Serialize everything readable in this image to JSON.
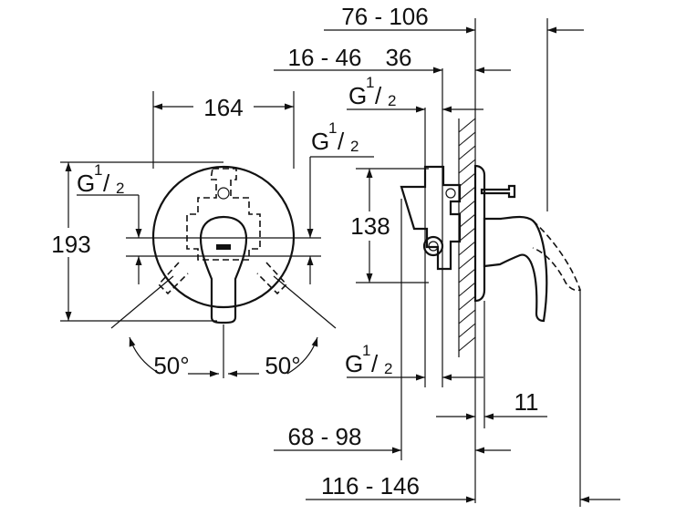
{
  "dimensions": {
    "front_width": "164",
    "front_height": "193",
    "angle_left": "50°",
    "angle_right": "50°",
    "body_height": "138",
    "d_76_106": "76 - 106",
    "d_16_46": "16 - 46",
    "d_36": "36",
    "d_68_98": "68 - 98",
    "d_116_146": "116 - 146",
    "d_11": "11"
  },
  "thread": {
    "prefix": "G",
    "numerator": "1",
    "separator": "/",
    "denominator": "2"
  }
}
